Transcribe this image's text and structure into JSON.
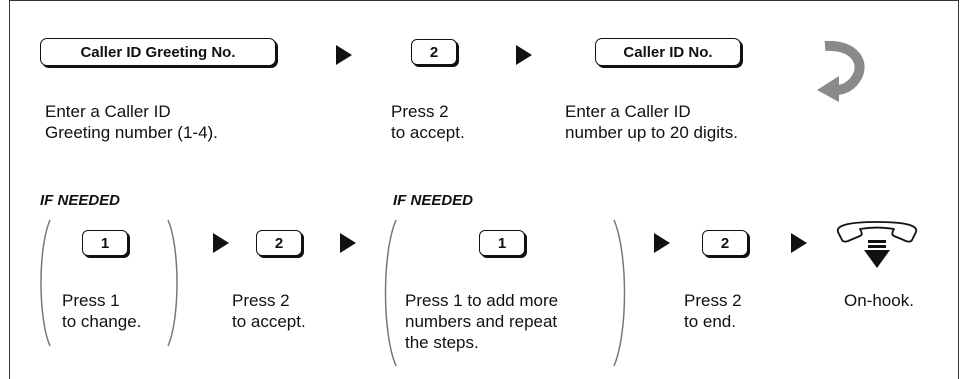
{
  "row1": {
    "step1": {
      "key": "Caller ID Greeting No.",
      "desc": "Enter a Caller ID\nGreeting number (1-4)."
    },
    "step2": {
      "key": "2",
      "desc": "Press 2\nto accept."
    },
    "step3": {
      "key": "Caller ID No.",
      "desc": "Enter a Caller ID\nnumber up to 20 digits."
    }
  },
  "row2": {
    "if_needed_1": "IF NEEDED",
    "if_needed_2": "IF NEEDED",
    "step1": {
      "key": "1",
      "desc": "Press 1\nto change."
    },
    "step2": {
      "key": "2",
      "desc": "Press 2\nto accept."
    },
    "step3": {
      "key": "1",
      "desc": "Press 1 to add more\nnumbers and repeat\nthe steps."
    },
    "step4": {
      "key": "2",
      "desc": "Press 2\nto end."
    },
    "step5": {
      "icon": "handset-on-hook-icon",
      "desc": "On-hook."
    }
  },
  "colors": {
    "arrow": "#111111",
    "return_arrow": "#8a8a8a"
  }
}
